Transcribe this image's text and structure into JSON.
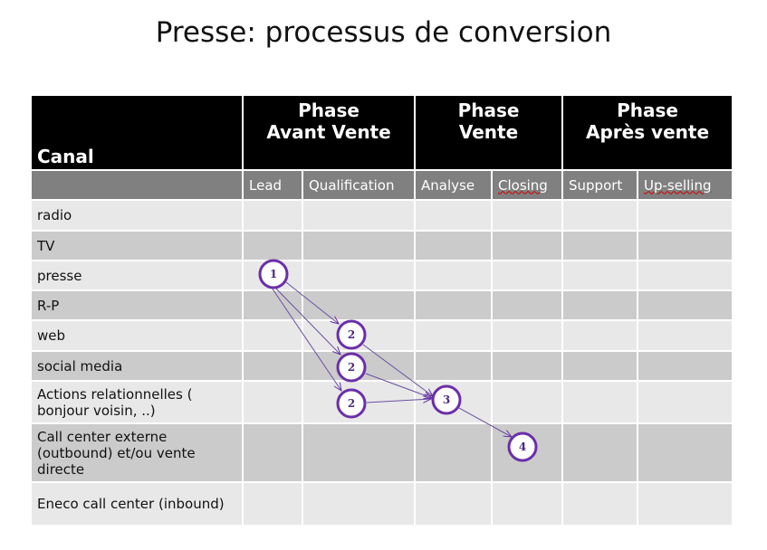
{
  "title": "Presse: processus de conversion",
  "header": {
    "canal": "Canal",
    "phases": [
      {
        "line1": "Phase",
        "line2": "Avant Vente"
      },
      {
        "line1": "Phase",
        "line2": "Vente"
      },
      {
        "line1": "Phase",
        "line2": "Après vente"
      }
    ]
  },
  "subheaders": [
    "Lead",
    "Qualification",
    "Analyse",
    "Closing",
    "Support",
    "Up-selling"
  ],
  "rows": [
    "radio",
    "TV",
    "presse",
    "R-P",
    "web",
    "social media",
    "Actions relationnelles ( bonjour voisin, ..)",
    "Call center  externe (outbound) et/ou vente directe",
    "Eneco call center (inbound)"
  ],
  "steps": [
    "1",
    "2",
    "2",
    "2",
    "3",
    "4"
  ],
  "colors": {
    "accent": "#6a2fa8"
  }
}
